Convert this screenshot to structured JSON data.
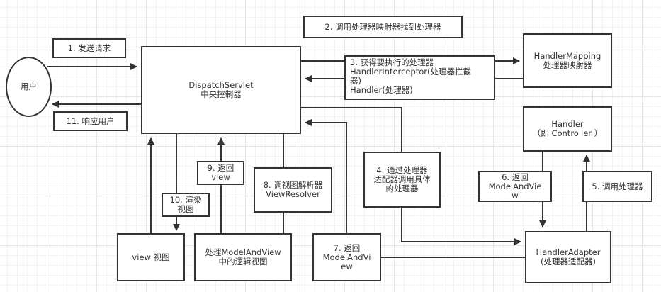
{
  "diagram": {
    "title": "Spring MVC request flow",
    "nodes": {
      "user": "用户",
      "dispatcher": "DispatchServlet\n中央控制器",
      "handler_mapping": "HandlerMapping\n处理器映射器",
      "handler": "Handler\n（即 Controller  ）",
      "handler_adapter": "HandlerAdapter\n(处理器适配器)",
      "view_resolver": "8. 调视图解析器\nViewResolver",
      "view": "view 视图",
      "logical_view": "处理ModelAndView\n中的逻辑视图"
    },
    "steps": {
      "s1": "1. 发送请求",
      "s2": "2. 调用处理器映射器找到处理器",
      "s3": "3. 获得要执行的处理器\nHandlerInterceptor(处理器拦截\n器)\nHandler(处理器)",
      "s4": "4. 通过处理器\n适配器调用具体\n的处理器",
      "s5": "5. 调用处理器",
      "s6": "6. 返回\nModelAndVie\nw",
      "s7": "7. 返回\nModelAndVi\new",
      "s9": "9. 返回\nview",
      "s10": "10. 渲染\n视图",
      "s11": "11. 响应用户"
    },
    "colors": {
      "stroke": "#333333",
      "text": "#333333",
      "grid": "#e6e6e6",
      "background": "#ffffff"
    }
  }
}
